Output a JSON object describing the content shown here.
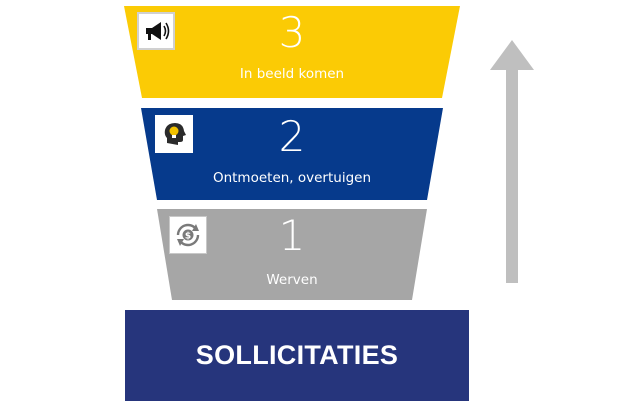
{
  "colors": {
    "level3": "#fbcb05",
    "level2": "#063a8c",
    "level1": "#a6a6a6",
    "base": "#26357c",
    "arrow": "#bfbfbf"
  },
  "levels": [
    {
      "number": "3",
      "label": "In beeld komen",
      "icon": "megaphone-icon"
    },
    {
      "number": "2",
      "label": "Ontmoeten, overtuigen",
      "icon": "head-lightbulb-icon"
    },
    {
      "number": "1",
      "label": "Werven",
      "icon": "coin-cycle-icon"
    }
  ],
  "base": {
    "title": "SOLLICITATIES"
  }
}
